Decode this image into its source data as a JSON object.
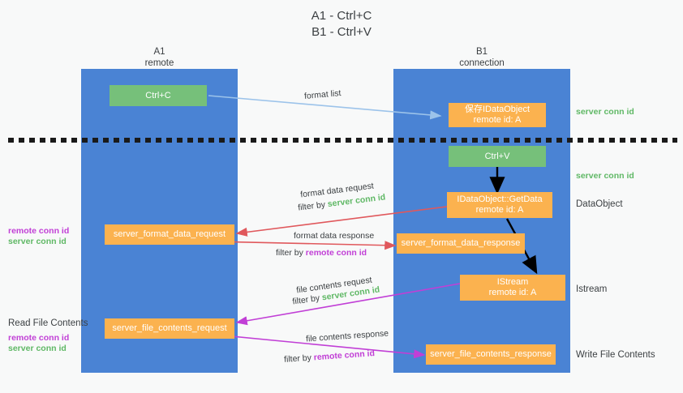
{
  "header": {
    "title": "A1 - Ctrl+C\nB1 - Ctrl+V"
  },
  "lanes": [
    {
      "id": "a1",
      "title": "A1\nremote"
    },
    {
      "id": "b1",
      "title": "B1\nconnection"
    }
  ],
  "boxes": {
    "ctrl_c": "Ctrl+C",
    "ctrl_v": "Ctrl+V",
    "save_idataobject": "保存IDataObject\nremote id: A",
    "idataobject_getdata": "IDataObject::GetData\nremote id: A",
    "istream": "IStream\nremote id: A",
    "server_format_data_request": "server_format_data_request",
    "server_format_data_response": "server_format_data_response",
    "server_file_contents_request": "server_file_contents_request",
    "server_file_contents_response": "server_file_contents_response"
  },
  "right_labels": {
    "server_conn_id_top": "server conn id",
    "server_conn_id_mid": "server conn id",
    "dataobject": "DataObject",
    "istream": "Istream",
    "write_file_contents": "Write File Contents"
  },
  "left_labels": {
    "format_remote": "remote conn id",
    "format_server": "server conn id",
    "read_file_contents": "Read File Contents",
    "file_remote": "remote conn id",
    "file_server": "server conn id"
  },
  "arrow_labels": {
    "format_list": "format list",
    "format_data_request": "format data request",
    "format_data_request_filter_prefix": "filter by ",
    "format_data_request_filter_value": "server conn id",
    "format_data_response": "format data response",
    "format_data_response_filter_prefix": "filter by ",
    "format_data_response_filter_value": "remote conn id",
    "file_contents_request": "file contents request",
    "file_contents_request_filter_prefix": "filter by ",
    "file_contents_request_filter_value": "server conn id",
    "file_contents_response": "file contents response",
    "file_contents_response_filter_prefix": "filter by ",
    "file_contents_response_filter_value": "remote conn id"
  },
  "colors": {
    "lane": "#4a83d4",
    "green_box": "#76c07a",
    "orange_box": "#fbb24f",
    "green_text": "#5fb865",
    "purple_text": "#c13fd6",
    "light_blue_arrow": "#9cc3ea",
    "red_arrow": "#e0585c",
    "magenta_arrow": "#c13fd6",
    "black_arrow": "#000000",
    "background": "#f8f9f9"
  }
}
